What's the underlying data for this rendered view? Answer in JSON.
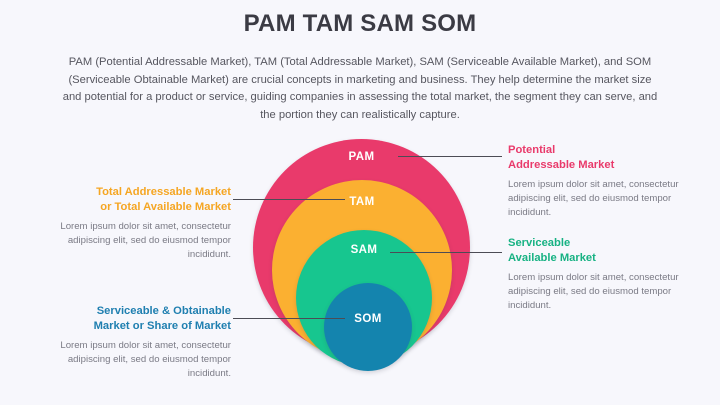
{
  "header": {
    "title": "PAM TAM SAM SOM",
    "intro": "PAM (Potential Addressable Market), TAM (Total Addressable Market), SAM (Serviceable Available Market), and SOM (Serviceable Obtainable Market) are crucial concepts in marketing and business. They help determine the market size and potential for a product or service, guiding companies in assessing the total market, the segment they can serve, and the portion they can realistically capture."
  },
  "diagram": {
    "rings": [
      {
        "key": "pam",
        "label": "PAM",
        "color": "#e93a6b"
      },
      {
        "key": "tam",
        "label": "TAM",
        "color": "#fbb031"
      },
      {
        "key": "sam",
        "label": "SAM",
        "color": "#17c68f"
      },
      {
        "key": "som",
        "label": "SOM",
        "color": "#1484ae"
      }
    ]
  },
  "callouts": {
    "pam": {
      "title": "Potential\nAddressable Market",
      "title_line1": "Potential",
      "title_line2": "Addressable Market",
      "body": "Lorem ipsum dolor sit amet, consectetur adipiscing elit, sed do eiusmod tempor incididunt.",
      "color": "#e93a6b"
    },
    "tam": {
      "title_line1": "Total Addressable Market",
      "title_line2": "or Total Available Market",
      "body": "Lorem ipsum dolor sit amet, consectetur adipiscing elit, sed do eiusmod tempor incididunt.",
      "color": "#f5a623"
    },
    "sam": {
      "title_line1": "Serviceable",
      "title_line2": "Available Market",
      "body": "Lorem ipsum dolor sit amet, consectetur adipiscing elit, sed do eiusmod tempor incididunt.",
      "color": "#17b283"
    },
    "som": {
      "title_line1": "Serviceable & Obtainable",
      "title_line2": "Market or Share of Market",
      "body": "Lorem ipsum dolor sit amet, consectetur adipiscing elit, sed do eiusmod tempor incididunt.",
      "color": "#1f7fb0"
    }
  },
  "theme": {
    "background": "#f7f7fc",
    "title_color": "#3b3b44",
    "body_color": "#7a7a85",
    "leader_line_color": "#4c4c55"
  }
}
